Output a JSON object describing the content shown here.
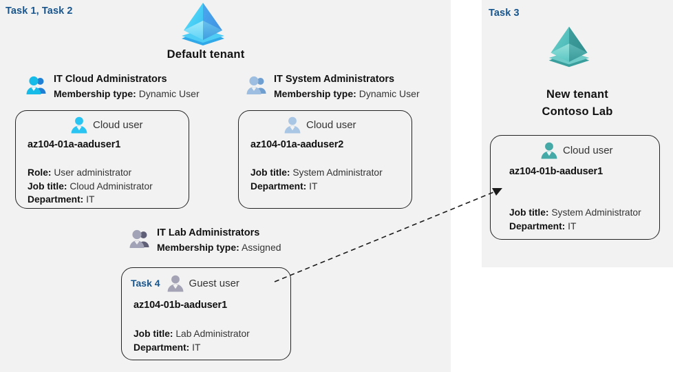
{
  "panels": {
    "left": {
      "task_label": "Task 1, Task 2"
    },
    "right": {
      "task_label": "Task 3"
    }
  },
  "tenants": [
    {
      "icon": "azure-tenant-icon",
      "color": "#34b5ef",
      "title": "Default tenant"
    },
    {
      "icon": "azure-tenant-icon",
      "color": "#48b7b7",
      "title_line1": "New  tenant",
      "title_line2": "Contoso Lab"
    }
  ],
  "groups": [
    {
      "id": "it-cloud-administrators",
      "name": "IT Cloud Administrators",
      "membership_label": "Membership type:",
      "membership_value": "Dynamic User",
      "icon_color": "#0fb5e8"
    },
    {
      "id": "it-system-administrators",
      "name": "IT System Administrators",
      "membership_label": "Membership type:",
      "membership_value": "Dynamic User",
      "icon_color": "#8fb4dd"
    },
    {
      "id": "it-lab-administrators",
      "name": "IT Lab Administrators",
      "membership_label": "Membership type:",
      "membership_value": "Assigned",
      "icon_color": "#8d8da8"
    }
  ],
  "cards": [
    {
      "id": "az104-01a-aaduser1",
      "user_type": "Cloud user",
      "name": "az104-01a-aaduser1",
      "icon_color": "#29c3f0",
      "props": [
        {
          "label": "Role:",
          "value": "User administrator"
        },
        {
          "label": "Job title:",
          "value": "Cloud Administrator"
        },
        {
          "label": "Department:",
          "value": "IT"
        }
      ]
    },
    {
      "id": "az104-01a-aaduser2",
      "user_type": "Cloud user",
      "name": "az104-01a-aaduser2",
      "icon_color": "#a6c3e2",
      "props": [
        {
          "label": "Job title:",
          "value": "System Administrator"
        },
        {
          "label": "Department:",
          "value": "IT"
        }
      ]
    },
    {
      "id": "az104-01b-aaduser1-guest",
      "mini_task": "Task 4",
      "user_type": "Guest user",
      "name": "az104-01b-aaduser1",
      "icon_color": "#a0a0b4",
      "props": [
        {
          "label": "Job title:",
          "value": "Lab Administrator"
        },
        {
          "label": "Department:",
          "value": "IT"
        }
      ]
    },
    {
      "id": "az104-01b-aaduser1-cloud",
      "user_type": "Cloud user",
      "name": "az104-01b-aaduser1",
      "icon_color": "#3fa8a8",
      "props": [
        {
          "label": "Job title:",
          "value": "System Administrator"
        },
        {
          "label": "Department:",
          "value": "IT"
        }
      ]
    }
  ],
  "connector": {
    "name": "guest-to-cloud-user-arrow",
    "style": "dashed-arrow"
  },
  "colors": {
    "panel_background": "#f2f2f2",
    "page_background": "#ffffff",
    "task_label": "#17558c",
    "card_border": "#222222",
    "text": "#333333"
  }
}
